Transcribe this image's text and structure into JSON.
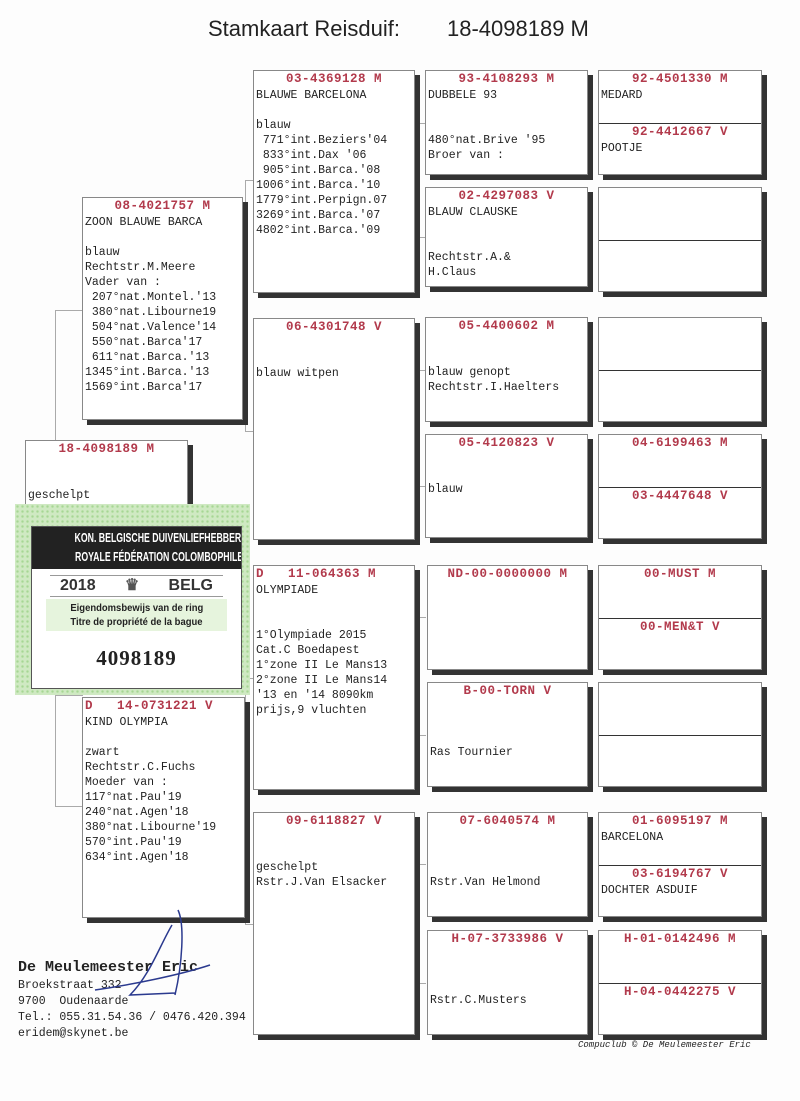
{
  "header": {
    "title": "Stamkaart Reisduif:",
    "ring": "18-4098189 M"
  },
  "subject": {
    "ring": "18-4098189 M",
    "lines": [
      "",
      "",
      "geschelpt"
    ]
  },
  "sire": {
    "ring": "08-4021757 M",
    "lines": [
      "ZOON BLAUWE BARCA",
      "",
      "blauw",
      "Rechtstr.M.Meere",
      "Vader van :",
      " 207°nat.Montel.'13",
      " 380°nat.Libourne19",
      " 504°nat.Valence'14",
      " 550°nat.Barca'17",
      " 611°nat.Barca.'13",
      "1345°int.Barca.'13",
      "1569°int.Barca'17"
    ]
  },
  "dam": {
    "ring": "D   14-0731221 V",
    "lines": [
      "KIND OLYMPIA",
      "",
      "zwart",
      "Rechtstr.C.Fuchs",
      "Moeder van :",
      "117°nat.Pau'19",
      "240°nat.Agen'18",
      "380°nat.Libourne'19",
      "570°int.Pau'19",
      "634°int.Agen'18"
    ]
  },
  "gen2": [
    {
      "ring": "03-4369128 M",
      "lines": [
        "BLAUWE BARCELONA",
        "",
        "blauw",
        " 771°int.Beziers'04",
        " 833°int.Dax '06",
        " 905°int.Barca.'08",
        "1006°int.Barca.'10",
        "1779°int.Perpign.07",
        "3269°int.Barca.'07",
        "4802°int.Barca.'09"
      ]
    },
    {
      "ring": "06-4301748 V",
      "lines": [
        "",
        "",
        "blauw witpen"
      ]
    },
    {
      "ring": "D   11-064363 M",
      "lines": [
        "OLYMPIADE",
        "",
        "",
        "1°Olympiade 2015",
        "Cat.C Boedapest",
        "1°zone II Le Mans13",
        "2°zone II Le Mans14",
        "'13 en '14 8090km",
        "prijs,9 vluchten"
      ]
    },
    {
      "ring": "09-6118827 V",
      "lines": [
        "",
        "",
        "geschelpt",
        "Rstr.J.Van Elsacker"
      ]
    }
  ],
  "gen3": [
    {
      "ring": "93-4108293 M",
      "lines": [
        "DUBBELE 93",
        "",
        "",
        "480°nat.Brive '95",
        "Broer van :"
      ]
    },
    {
      "ring": "02-4297083 V",
      "lines": [
        "BLAUW CLAUSKE",
        "",
        "",
        "Rechtstr.A.&",
        "H.Claus"
      ]
    },
    {
      "ring": "05-4400602 M",
      "lines": [
        "",
        "",
        "blauw genopt",
        "Rechtstr.I.Haelters"
      ]
    },
    {
      "ring": "05-4120823 V",
      "lines": [
        "",
        "",
        "blauw"
      ]
    },
    {
      "ring": "ND-00-0000000 M",
      "lines": []
    },
    {
      "ring": "B-00-TORN V",
      "lines": [
        "",
        "",
        "",
        "Ras Tournier"
      ]
    },
    {
      "ring": "07-6040574 M",
      "lines": [
        "",
        "",
        "",
        "Rstr.Van Helmond"
      ]
    },
    {
      "ring": "H-07-3733986 V",
      "lines": [
        "",
        "",
        "",
        "Rstr.C.Musters"
      ]
    }
  ],
  "gen4": [
    {
      "top": {
        "ring": "92-4501330 M",
        "name": "MEDARD"
      },
      "bottom": {
        "ring": "92-4412667 V",
        "name": "POOTJE"
      }
    },
    {
      "top": {
        "ring": "",
        "name": ""
      },
      "bottom": {
        "ring": "",
        "name": ""
      }
    },
    {
      "top": {
        "ring": "",
        "name": ""
      },
      "bottom": {
        "ring": "",
        "name": ""
      }
    },
    {
      "top": {
        "ring": "04-6199463 M",
        "name": ""
      },
      "bottom": {
        "ring": "03-4447648 V",
        "name": ""
      }
    },
    {
      "top": {
        "ring": "00-MUST M",
        "name": ""
      },
      "bottom": {
        "ring": "00-MEN&T V",
        "name": ""
      }
    },
    {
      "top": {
        "ring": "",
        "name": ""
      },
      "bottom": {
        "ring": "",
        "name": ""
      }
    },
    {
      "top": {
        "ring": "01-6095197 M",
        "name": "BARCELONA"
      },
      "bottom": {
        "ring": "03-6194767 V",
        "name": "DOCHTER ASDUIF"
      }
    },
    {
      "top": {
        "ring": "H-01-0142496 M",
        "name": ""
      },
      "bottom": {
        "ring": "H-04-0442275 V",
        "name": ""
      }
    }
  ],
  "ring_card": {
    "line1": "KON. BELGISCHE DUIVENLIEFHEBBERSBOND",
    "line2": "ROYALE FÉDÉRATION COLOMBOPHILE BELGE",
    "year": "2018",
    "country": "BELG",
    "title1": "Eigendomsbewijs van de ring",
    "title2": "Titre de propriété de la bague",
    "number": "4098189"
  },
  "breeder": {
    "name": "De Meulemeester Eric",
    "street": "Broekstraat 332",
    "city": "9700  Oudenaarde",
    "phone": "Tel.: 055.31.54.36 / 0476.420.394",
    "email": "eridem@skynet.be"
  },
  "credit": "Compuclub © De Meulemeester Eric",
  "colors": {
    "ring": "#b23a4c",
    "card_green": "#cfe9c2"
  }
}
